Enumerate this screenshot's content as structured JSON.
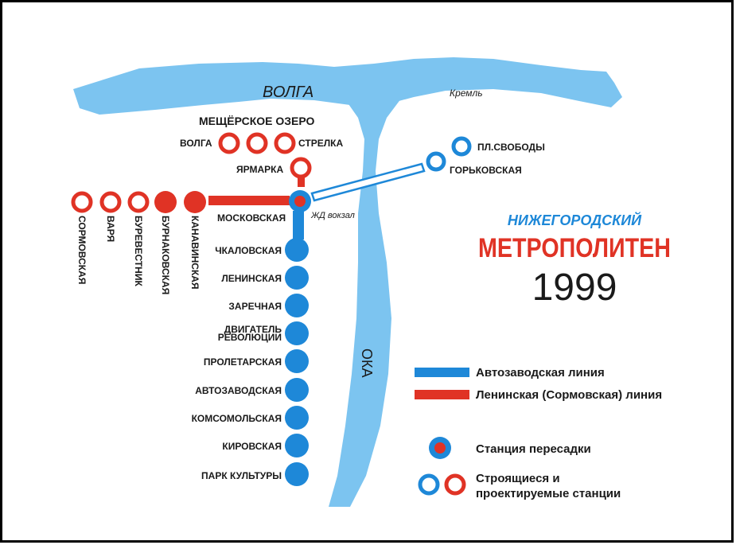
{
  "colors": {
    "river": "#7cc4f0",
    "blue_line": "#1e88d8",
    "red_line": "#e03325",
    "frame": "#000000",
    "text": "#1a1a1a",
    "title_blue": "#1e88d8",
    "title_red": "#e03325"
  },
  "title": {
    "top": "НИЖЕГОРОДСКИЙ",
    "main": "МЕТРОПОЛИТЕН",
    "year": "1999"
  },
  "rivers": {
    "volga": "ВОЛГА",
    "oka": "ОКА"
  },
  "landmarks": {
    "kremlin": "Кремль",
    "lake": "МЕЩЁРСКОЕ ОЗЕРО",
    "rail_station": "ЖД вокзал"
  },
  "stations": {
    "volga": "ВОЛГА",
    "strelka": "СТРЕЛКА",
    "yarmarka": "ЯРМАРКА",
    "moskovskaya": "МОСКОВСКАЯ",
    "sormovskaya": "СОРМОВСКАЯ",
    "varya": "ВАРЯ",
    "burevestnik": "БУРЕВЕСТНИК",
    "burnakovskaya": "БУРНАКОВСКАЯ",
    "kanavinskaya": "КАНАВИНСКАЯ",
    "chkalovskaya": "ЧКАЛОВСКАЯ",
    "leninskaya": "ЛЕНИНСКАЯ",
    "zarechnaya": "ЗАРЕЧНАЯ",
    "dvigatel_line1": "ДВИГАТЕЛЬ",
    "dvigatel_line2": "РЕВОЛЮЦИИ",
    "proletarskaya": "ПРОЛЕТАРСКАЯ",
    "avtozavodskaya": "АВТОЗАВОДСКАЯ",
    "komsomolskaya": "КОМСОМОЛЬСКАЯ",
    "kirovskaya": "КИРОВСКАЯ",
    "park_kultury": "ПАРК КУЛЬТУРЫ",
    "pl_svobody": "ПЛ.СВОБОДЫ",
    "gorkovskaya": "ГОРЬКОВСКАЯ"
  },
  "legend": {
    "blue_line": "Автозаводская линия",
    "red_line": "Ленинская (Сормовская) линия",
    "transfer": "Станция пересадки",
    "planned_line1": "Строящиеся и",
    "planned_line2": "проектируемые станции"
  }
}
